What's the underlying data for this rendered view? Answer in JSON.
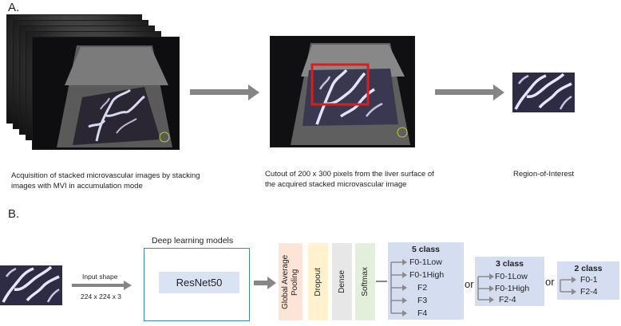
{
  "panel_a": {
    "label": "A.",
    "caption_left": [
      "Acquisition of stacked microvascular images by stacking",
      "images with MVI in accumulation mode"
    ],
    "caption_middle": [
      "Cutout of 200 x 300 pixels from the liver surface of",
      "the acquired stacked microvascular image"
    ],
    "caption_right": "Region-of-Interest"
  },
  "panel_b": {
    "label": "B.",
    "input_shape_label": "Input shape",
    "input_shape_value": "224 x 224 x 3",
    "models_title": "Deep learning models",
    "model_name": "ResNet50",
    "layers": [
      "Global Average Pooling",
      "Dropout",
      "Dense",
      "Softmax"
    ],
    "layer_colors": [
      "#fce4d6",
      "#fff2cc",
      "#e7e7e7",
      "#e2efda"
    ],
    "five_class": {
      "title": "5 class",
      "items": [
        "F0-1Low",
        "F0-1High",
        "F2",
        "F3",
        "F4"
      ]
    },
    "three_class": {
      "title": "3 class",
      "items": [
        "F0-1Low",
        "F0-1High",
        "F2-4"
      ]
    },
    "two_class": {
      "title": "2 class",
      "items": [
        "F0-1",
        "F2-4"
      ]
    },
    "or_label": "or"
  },
  "colors": {
    "arrow": "#858585",
    "class_box": "#d5def0",
    "model_border": "#3a87c7",
    "model_box": "#dae3f3",
    "roi_box": "#d42020"
  }
}
